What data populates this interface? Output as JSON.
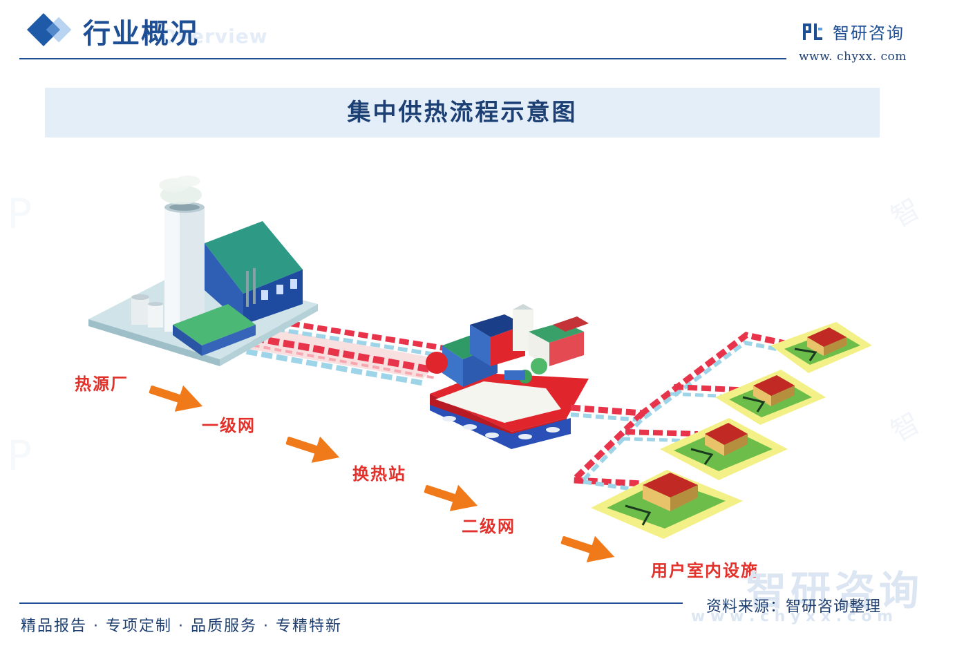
{
  "header": {
    "title": "行业概况",
    "subtitle": "Overview",
    "brand_name": "智研咨询",
    "brand_url": "www. chyxx. com"
  },
  "diagram": {
    "title": "集中供热流程示意图",
    "steps": [
      "热源厂",
      "一级网",
      "换热站",
      "二级网",
      "用户室内设施"
    ]
  },
  "footer": {
    "slogan": "精品报告 · 专项定制 · 品质服务 · 专精特新",
    "source": "资料来源：智研咨询整理",
    "watermark_name": "智研咨询",
    "watermark_url": "w w w . c h y x x . c o m"
  },
  "colors": {
    "brand_blue": "#1e4f95",
    "label_red": "#e2302a",
    "arrow_orange": "#f07a1a",
    "band_bg": "#e4eef9"
  }
}
